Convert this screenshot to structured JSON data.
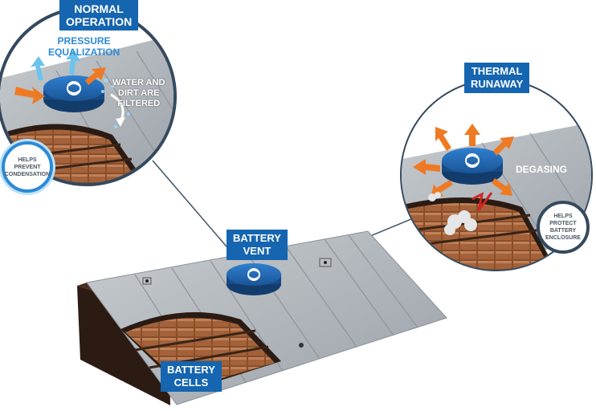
{
  "labels": {
    "normal_operation": [
      "NORMAL",
      "OPERATION"
    ],
    "pressure_equalization": [
      "PRESSURE",
      "EQUALIZATION"
    ],
    "water_dirt": [
      "WATER AND",
      "DIRT ARE",
      "FILTERED"
    ],
    "helps_prevent": [
      "HELPS",
      "PREVENT",
      "CONDENSATION"
    ],
    "thermal_runaway": [
      "THERMAL",
      "RUNAWAY"
    ],
    "degasing": "DEGASING",
    "helps_protect": [
      "HELPS",
      "PROTECT",
      "BATTERY",
      "ENCLOSURE"
    ],
    "battery_vent": [
      "BATTERY",
      "VENT"
    ],
    "battery_cells": [
      "BATTERY",
      "CELLS"
    ]
  },
  "colors": {
    "label_blue": "#1565b0",
    "vent_blue": "#1d5fa6",
    "ring_navy": "#35495e",
    "arrow_orange": "#ee7a23",
    "arrow_lightblue": "#6cc3ee",
    "cell_brown": "#8a4f2a",
    "panel_gray": "#aeb4b9"
  },
  "icons": [
    "vent-fan-icon",
    "orange-arrow-icon",
    "blue-arrow-icon",
    "water-drop-icon",
    "smoke-cloud-icon",
    "curved-arrow-icon"
  ]
}
